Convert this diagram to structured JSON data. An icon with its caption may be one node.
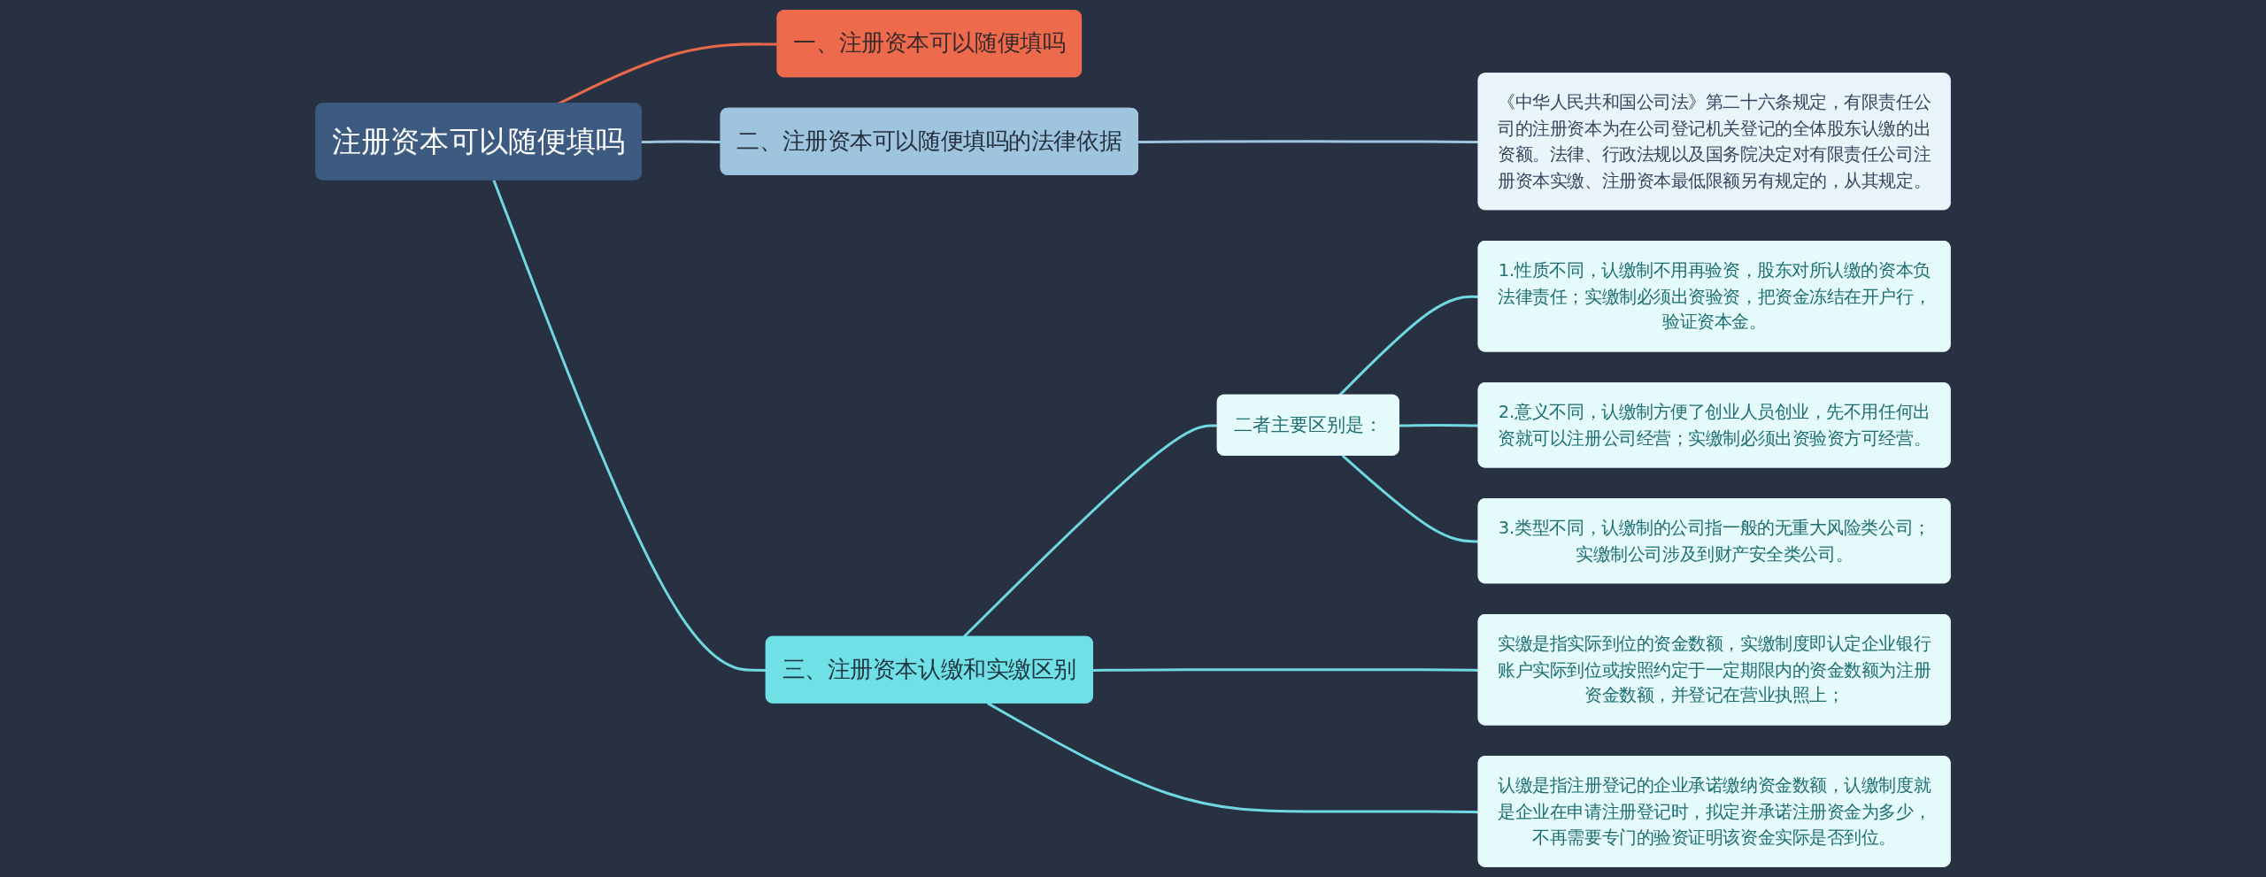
{
  "diagram": {
    "nodes": [
      {
        "text": [
          "注册资本可以随便填吗"
        ]
      },
      {
        "text": [
          "一、注册资本可以随便填吗"
        ]
      },
      {
        "text": [
          "二、注册资本可以随便填吗的法律依据"
        ]
      },
      {
        "text": [
          "《中华人民共和国公司法》第二十六条规定，有限责任公司的注册资本为在公司登记机关登记的全体股东认缴的出资额。法律、行政法规以及国务院决定对有限责任公司注册资本实缴、注册资本最低限额另有规定的，从其规定。"
        ]
      },
      {
        "text": [
          "三、注册资本认缴和实缴区别"
        ]
      },
      {
        "text": [
          "二者主要区别是："
        ]
      },
      {
        "text": [
          "1.性质不同，认缴制不用再验资，股东对所认缴的资本负法律责任；实缴制必须出资验资，把资金冻结在开户行，验证资本金。"
        ]
      },
      {
        "text": [
          "2.意义不同，认缴制方便了创业人员创业，先不用任何出资就可以注册公司经营；实缴制必须出资验资方可经营。"
        ]
      },
      {
        "text": [
          "3.类型不同，认缴制的公司指一般的无重大风险类公司；实缴制公司涉及到财产安全类公司。"
        ]
      },
      {
        "text": [
          "实缴是指实际到位的资金数额，实缴制度即认定企业银行账户实际到位或按照约定于一定期限内的资金数额为注册资金数额，并登记在营业执照上；"
        ]
      },
      {
        "text": [
          "认缴是指注册登记的企业承诺缴纳资金数额，认缴制度就是企业在申请注册登记时，拟定并承诺注册资金为多少，不再需要专门的验资证明该资金实际是否到位。"
        ]
      }
    ],
    "edges": [
      {
        "from": 0,
        "to": 1,
        "arrow": "none",
        "color": "#e8694a"
      },
      {
        "from": 0,
        "to": 2,
        "arrow": "none",
        "color": "#9ec4de"
      },
      {
        "from": 2,
        "to": 3,
        "arrow": "none",
        "color": "#9ec4de"
      },
      {
        "from": 0,
        "to": 4,
        "arrow": "none"
      },
      {
        "from": 4,
        "to": 5,
        "arrow": "none"
      },
      {
        "from": 5,
        "to": 6,
        "arrow": "none"
      },
      {
        "from": 5,
        "to": 7,
        "arrow": "none"
      },
      {
        "from": 5,
        "to": 8,
        "arrow": "none"
      },
      {
        "from": 4,
        "to": 9,
        "arrow": "none"
      },
      {
        "from": 4,
        "to": 10,
        "arrow": "none"
      }
    ]
  }
}
